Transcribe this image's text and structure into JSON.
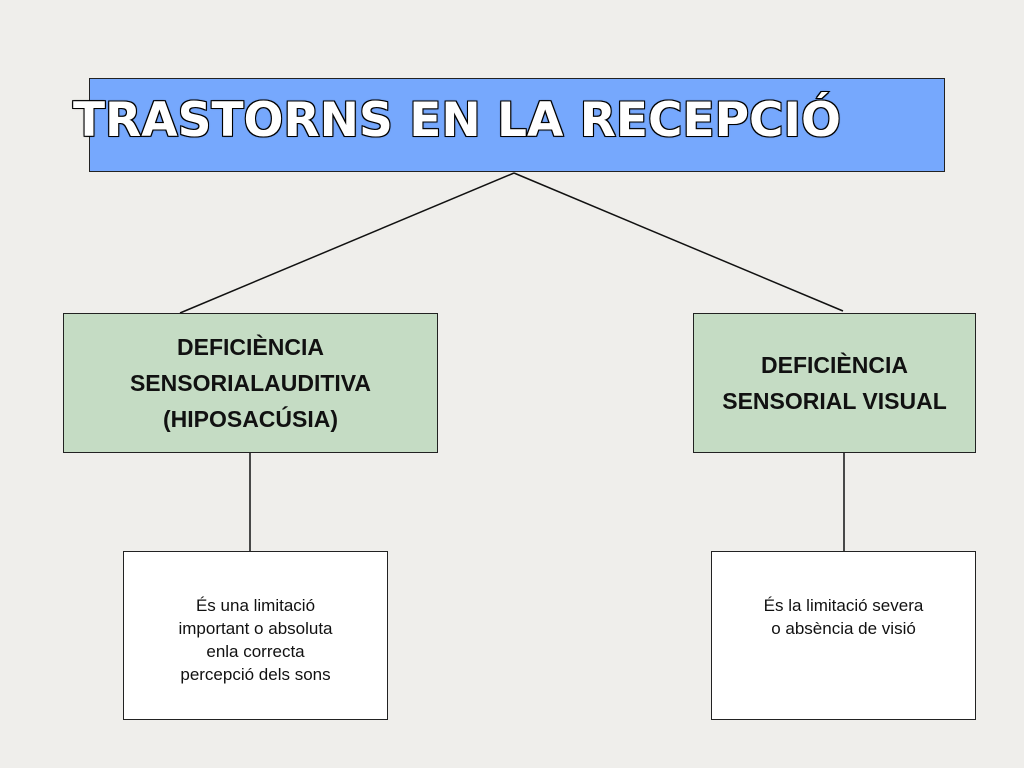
{
  "title": "TRASTORNS EN LA RECEPCIÓ",
  "categories": [
    {
      "lines": [
        "DEFICIÈNCIA",
        "SENSORIALAUDITIVA",
        "(HIPOSACÚSIA)"
      ],
      "description": [
        "És una limitació",
        "important o absoluta",
        "enla correcta",
        "percepció dels sons"
      ]
    },
    {
      "lines": [
        "DEFICIÈNCIA",
        "SENSORIAL VISUAL"
      ],
      "description": [
        "És la limitació severa",
        "o absència de visió"
      ]
    }
  ],
  "colors": {
    "title_bg": "#76a8fd",
    "category_bg": "#c5dcc4",
    "description_bg": "#ffffff",
    "background": "#efeeeb"
  }
}
